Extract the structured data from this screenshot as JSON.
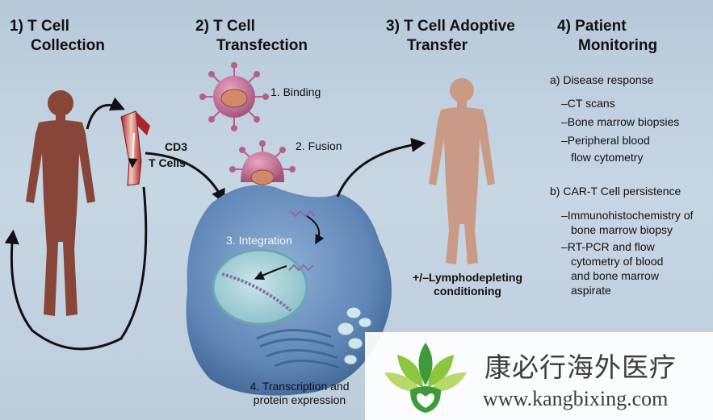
{
  "headings": {
    "collection": [
      "1) T Cell",
      "Collection"
    ],
    "transfection": [
      "2) T Cell",
      "Transfection"
    ],
    "adoptive": [
      "3) T Cell Adoptive",
      "Transfer"
    ],
    "monitoring": [
      "4) Patient",
      "Monitoring"
    ]
  },
  "cd3_label": [
    "CD3",
    "T Cells"
  ],
  "steps": {
    "binding": "1. Binding",
    "fusion": "2. Fusion",
    "integration": "3. Integration",
    "transcription": [
      "4. Transcription and",
      "protein expression"
    ]
  },
  "conditioning": [
    "+/–Lymphodepleting",
    "conditioning"
  ],
  "monitoring": {
    "disease_response": "a) Disease response",
    "disease_items": [
      "–CT scans",
      "–Bone marrow biopsies",
      "–Peripheral blood",
      "flow cytometry"
    ],
    "persistence": "b) CAR-T Cell persistence",
    "persistence_items": [
      "–Immunohistochemistry of",
      "bone marrow biopsy",
      "–RT-PCR and flow",
      "cytometry of blood",
      "and bone marrow",
      "aspirate"
    ]
  },
  "watermark": {
    "chinese": "康必行海外医疗",
    "url": "www.kangbixing.com"
  },
  "colors": {
    "body": "#8b4a3b",
    "body_light": "#c99b86",
    "cell": "#6f93c0",
    "nucleus": "#a9d2d8",
    "virus": "#b46089",
    "rna": "#8b6aa8",
    "logo_green": "#3f9a3a",
    "logo_light": "#9fcf53"
  }
}
